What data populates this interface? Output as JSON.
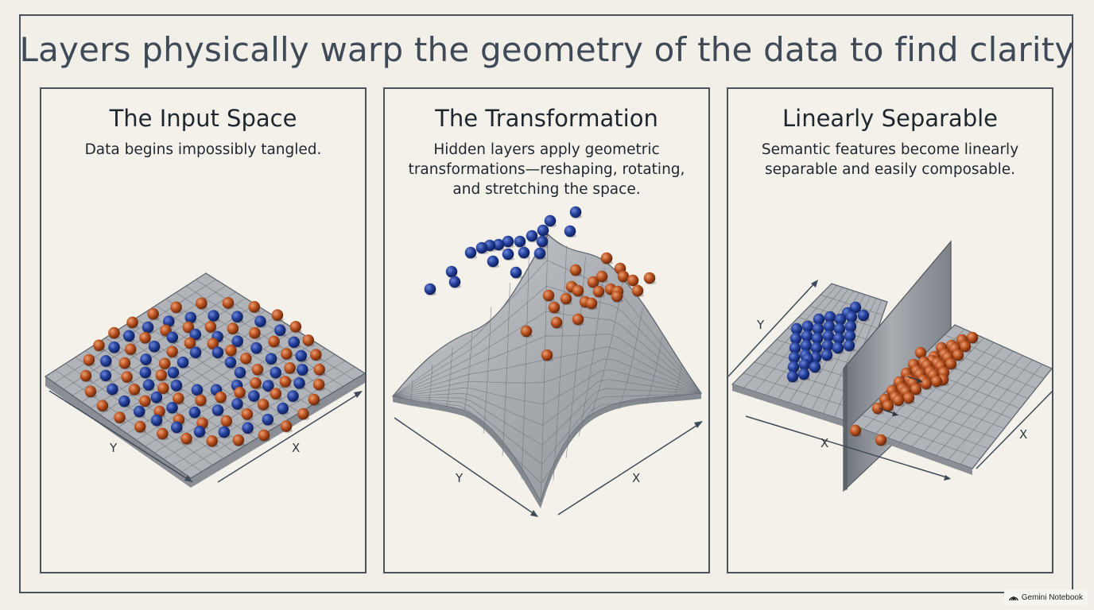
{
  "title": "Layers physically warp the geometry of the data to find clarity",
  "panels": [
    {
      "title": "The Input Space",
      "description": "Data begins impossibly tangled.",
      "axis_y": "Y",
      "axis_x": "X"
    },
    {
      "title": "The Transformation",
      "description": "Hidden layers apply geometric transformations—reshaping, rotating, and stretching the space.",
      "axis_y": "Y",
      "axis_x": "X"
    },
    {
      "title": "Linearly Separable",
      "description": "Semantic features become linearly separable and easily composable.",
      "axis_y": "Y",
      "axis_x": "X"
    }
  ],
  "colors": {
    "class_a": "#24409a",
    "class_b": "#b8501f",
    "surface": "#a8abb0",
    "grid": "#6f747b",
    "ink": "#3e4a57"
  },
  "watermark": "Gemini Notebook"
}
